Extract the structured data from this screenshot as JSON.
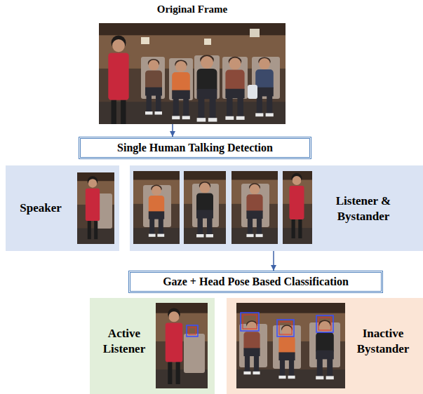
{
  "diagram": {
    "nodes": [
      {
        "text": [
          "Original Frame"
        ]
      },
      {
        "text": [
          "Single Human Talking Detection"
        ]
      },
      {
        "text": [
          "Speaker"
        ]
      },
      {
        "text": [
          "Listener & Bystander"
        ]
      },
      {
        "text": [
          "Gaze + Head Pose Based Classification"
        ]
      },
      {
        "text": [
          "Active Listener"
        ]
      },
      {
        "text": [
          "Inactive Bystander"
        ]
      }
    ],
    "edges": [
      {
        "from": 0,
        "to": 1,
        "arrow": "to"
      },
      {
        "from": 3,
        "to": 4,
        "arrow": "to"
      }
    ]
  }
}
